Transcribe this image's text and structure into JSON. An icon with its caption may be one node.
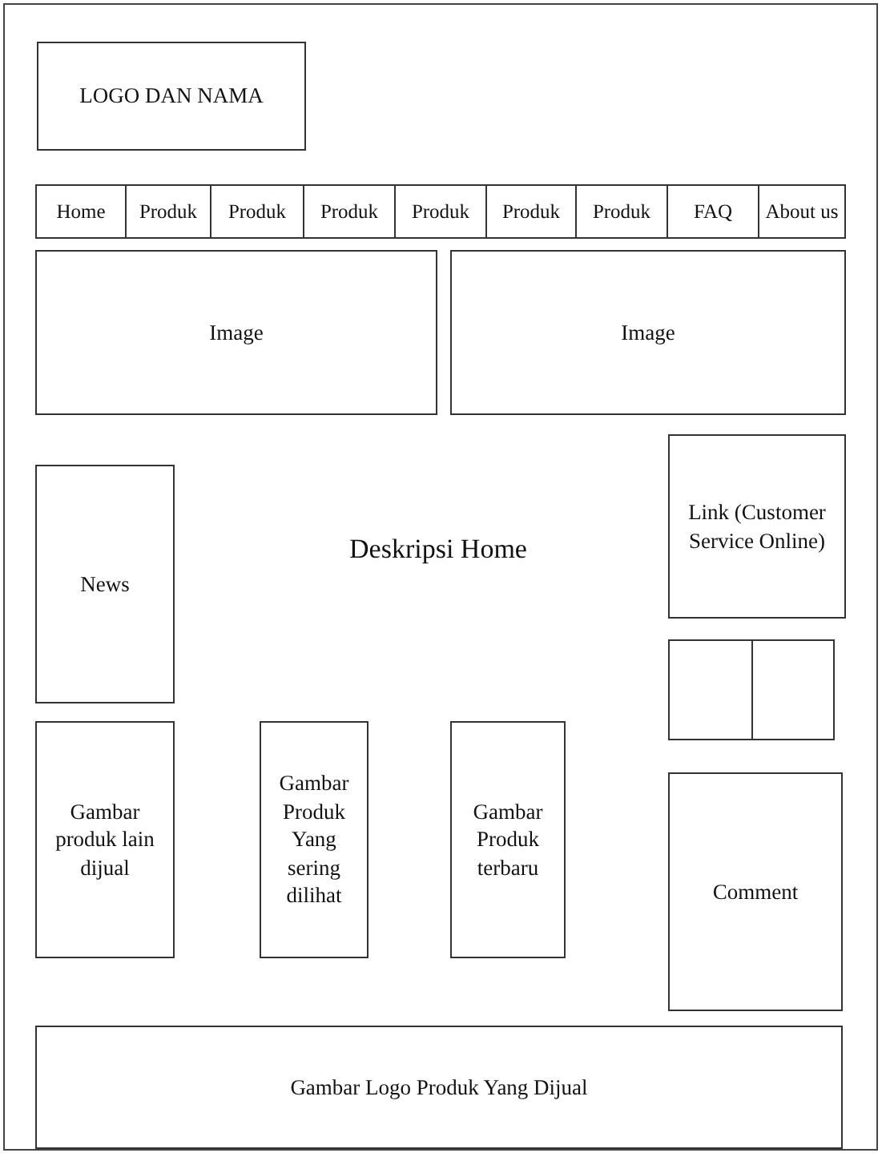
{
  "diagram": {
    "nodes": [
      {
        "text": [
          "LOGO DAN NAMA"
        ]
      },
      {
        "text": [
          "Home"
        ]
      },
      {
        "text": [
          "Produk"
        ]
      },
      {
        "text": [
          "Produk"
        ]
      },
      {
        "text": [
          "Produk"
        ]
      },
      {
        "text": [
          "Produk"
        ]
      },
      {
        "text": [
          "Produk"
        ]
      },
      {
        "text": [
          "Produk"
        ]
      },
      {
        "text": [
          "FAQ"
        ]
      },
      {
        "text": [
          "About us"
        ]
      },
      {
        "text": [
          "Image"
        ]
      },
      {
        "text": [
          "Image"
        ]
      },
      {
        "text": [
          "Link (Customer Service Online)"
        ]
      },
      {
        "text": [
          "News"
        ]
      },
      {
        "text": [],
        "shape": "box"
      },
      {
        "text": [],
        "shape": "box"
      },
      {
        "text": [
          "Gambar produk lain dijual"
        ]
      },
      {
        "text": [
          "Gambar Produk Yang sering dilihat"
        ]
      },
      {
        "text": [
          "Gambar Produk terbaru"
        ]
      },
      {
        "text": [
          "Comment"
        ]
      },
      {
        "text": [
          "Gambar Logo Produk Yang Dijual"
        ]
      }
    ],
    "labels": [
      "Deskripsi Home"
    ]
  }
}
